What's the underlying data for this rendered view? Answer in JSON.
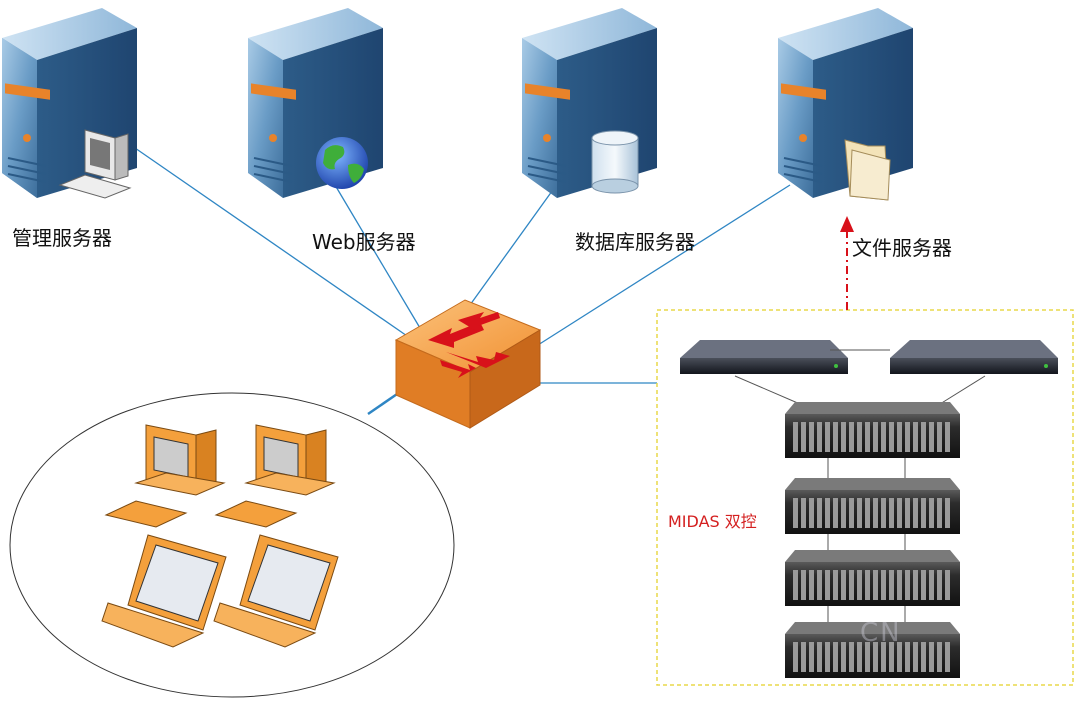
{
  "labels": {
    "mgmt_server": "管理服务器",
    "web_server": "Web服务器",
    "db_server": "数据库服务器",
    "file_server": "文件服务器",
    "midas": "MIDAS 双控"
  },
  "watermark": "CN",
  "colors": {
    "server_body": "#5b8db8",
    "server_dark": "#34648f",
    "server_accent": "#e8832a",
    "switch_orange": "#f3963f",
    "arrow_red": "#d8111a",
    "link_blue": "#2f86c4",
    "midas_text": "#d42020",
    "dash_yellow": "#e8d84a",
    "client_orange": "#f4a03c"
  }
}
